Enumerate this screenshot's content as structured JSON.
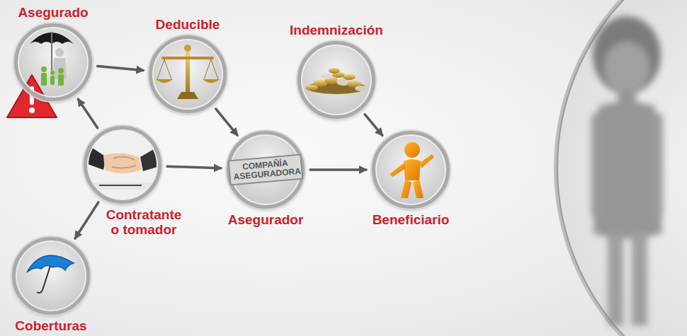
{
  "diagram": {
    "nodes": [
      {
        "text": [
          "Asegurado"
        ]
      },
      {
        "text": [
          "Deducible"
        ]
      },
      {
        "text": [
          "Indemnización"
        ]
      },
      {
        "text": [
          "Contratante o tomador"
        ]
      },
      {
        "text": [
          "COMPAÑÍA ASEGURADORA",
          "Asegurador"
        ]
      },
      {
        "text": [
          "Beneficiario"
        ]
      },
      {
        "text": [
          "Coberturas"
        ]
      }
    ],
    "edges": [
      {
        "from": 0,
        "to": 1,
        "arrow": "to"
      },
      {
        "from": 1,
        "to": 4,
        "arrow": "to"
      },
      {
        "from": 2,
        "to": 5,
        "arrow": "to"
      },
      {
        "from": 3,
        "to": 0,
        "arrow": "to"
      },
      {
        "from": 3,
        "to": 4,
        "arrow": "to"
      },
      {
        "from": 4,
        "to": 5,
        "arrow": "to"
      },
      {
        "from": 3,
        "to": 6,
        "arrow": "to"
      }
    ]
  }
}
